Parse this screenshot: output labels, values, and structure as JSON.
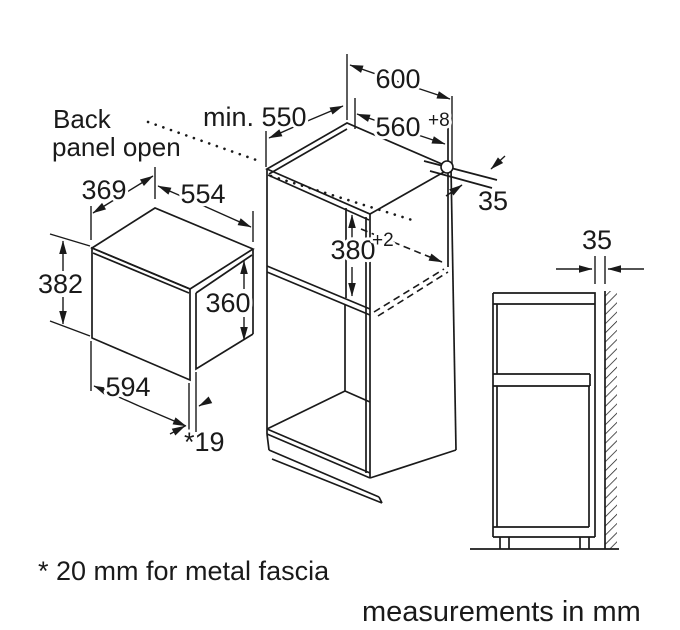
{
  "notes": {
    "back_panel_line1": "Back",
    "back_panel_line2": "panel open",
    "footnote": "* 20 mm for metal fascia",
    "units": "measurements in mm"
  },
  "appliance_dims": {
    "depth": "369",
    "top_width": "554",
    "front_height": "382",
    "body_height": "360",
    "front_width": "594",
    "fascia_depth": "*19"
  },
  "niche_dims": {
    "cabinet_width": "600",
    "cutout_width": "560",
    "cutout_width_tolerance": "+8",
    "min_depth": "min. 550",
    "cutout_height": "380",
    "cutout_height_tolerance": "+2",
    "rear_clearance": "35"
  },
  "side_view_dims": {
    "wall_clearance": "35"
  },
  "colors": {
    "ink": "#1a1a1a",
    "background": "#ffffff"
  }
}
